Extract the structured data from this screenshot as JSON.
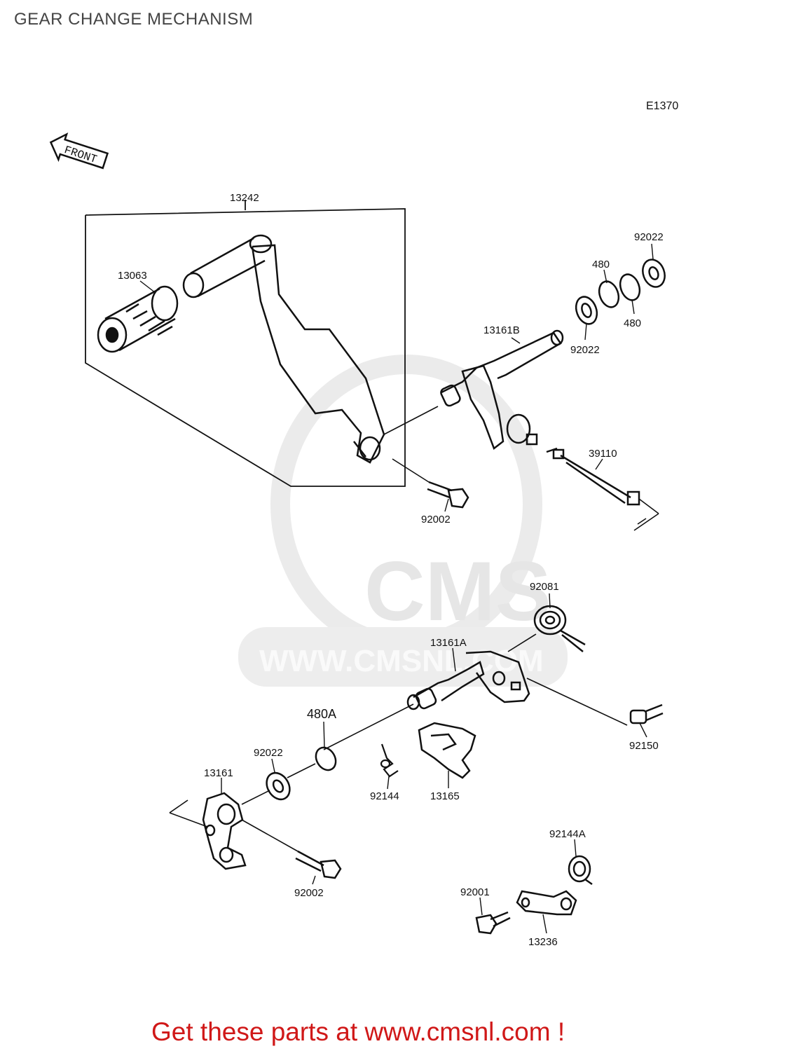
{
  "page": {
    "title": "GEAR CHANGE MECHANISM",
    "diagram_code": "E1370",
    "promo_text": "Get these parts at www.cmsnl.com !",
    "promo_color": "#d01818"
  },
  "watermark": {
    "brand": "CMS",
    "url": "WWW.CMSNL.COM"
  },
  "front_arrow": {
    "label": "FRONT"
  },
  "parts": {
    "p13242": "13242",
    "p13063": "13063",
    "p92022_top": "92022",
    "p480_top": "480",
    "p480_mid": "480",
    "p13161B": "13161B",
    "p92022_mid": "92022",
    "p39110": "39110",
    "p92002_top": "92002",
    "p92081": "92081",
    "p13161A": "13161A",
    "p92150": "92150",
    "p480A": "480A",
    "p92022_low": "92022",
    "p13161": "13161",
    "p92144": "92144",
    "p13165": "13165",
    "p92002_low": "92002",
    "p92144A": "92144A",
    "p92001": "92001",
    "p13236": "13236"
  }
}
